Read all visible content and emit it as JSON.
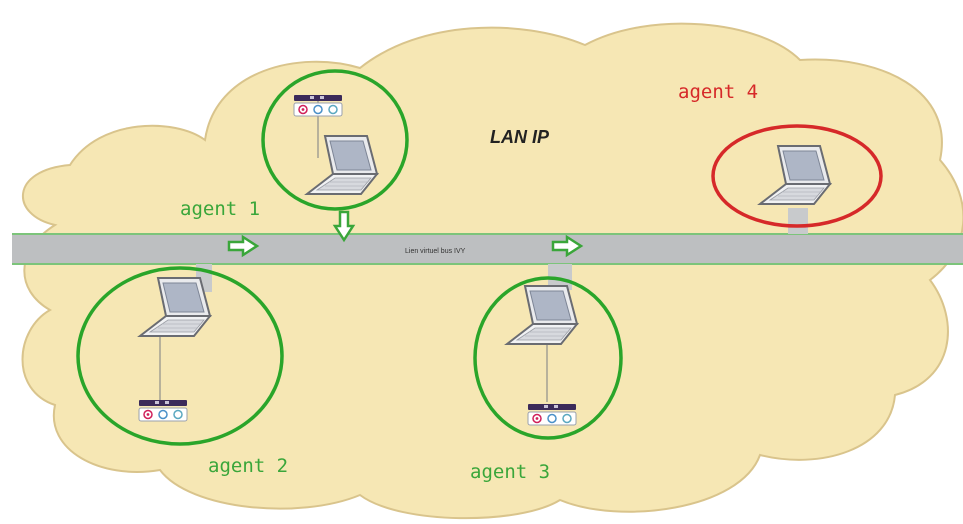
{
  "title": "LAN IP",
  "bus_label": "Lien virtuel bus IVY",
  "colors": {
    "cloud_fill": "#f6e7b4",
    "cloud_stroke": "#d9c48c",
    "bus_fill": "#bdbfc1",
    "bus_edge": "#7cc47a",
    "active": "#2aa52a",
    "inactive": "#d62929"
  },
  "agents": [
    {
      "label": "agent 1",
      "status": "active",
      "has_device": true
    },
    {
      "label": "agent 2",
      "status": "active",
      "has_device": true
    },
    {
      "label": "agent 3",
      "status": "active",
      "has_device": true
    },
    {
      "label": "agent 4",
      "status": "inactive",
      "has_device": false
    }
  ],
  "icons": [
    "laptop-icon",
    "sensor-device-icon",
    "arrow-right-icon",
    "arrow-down-icon"
  ]
}
